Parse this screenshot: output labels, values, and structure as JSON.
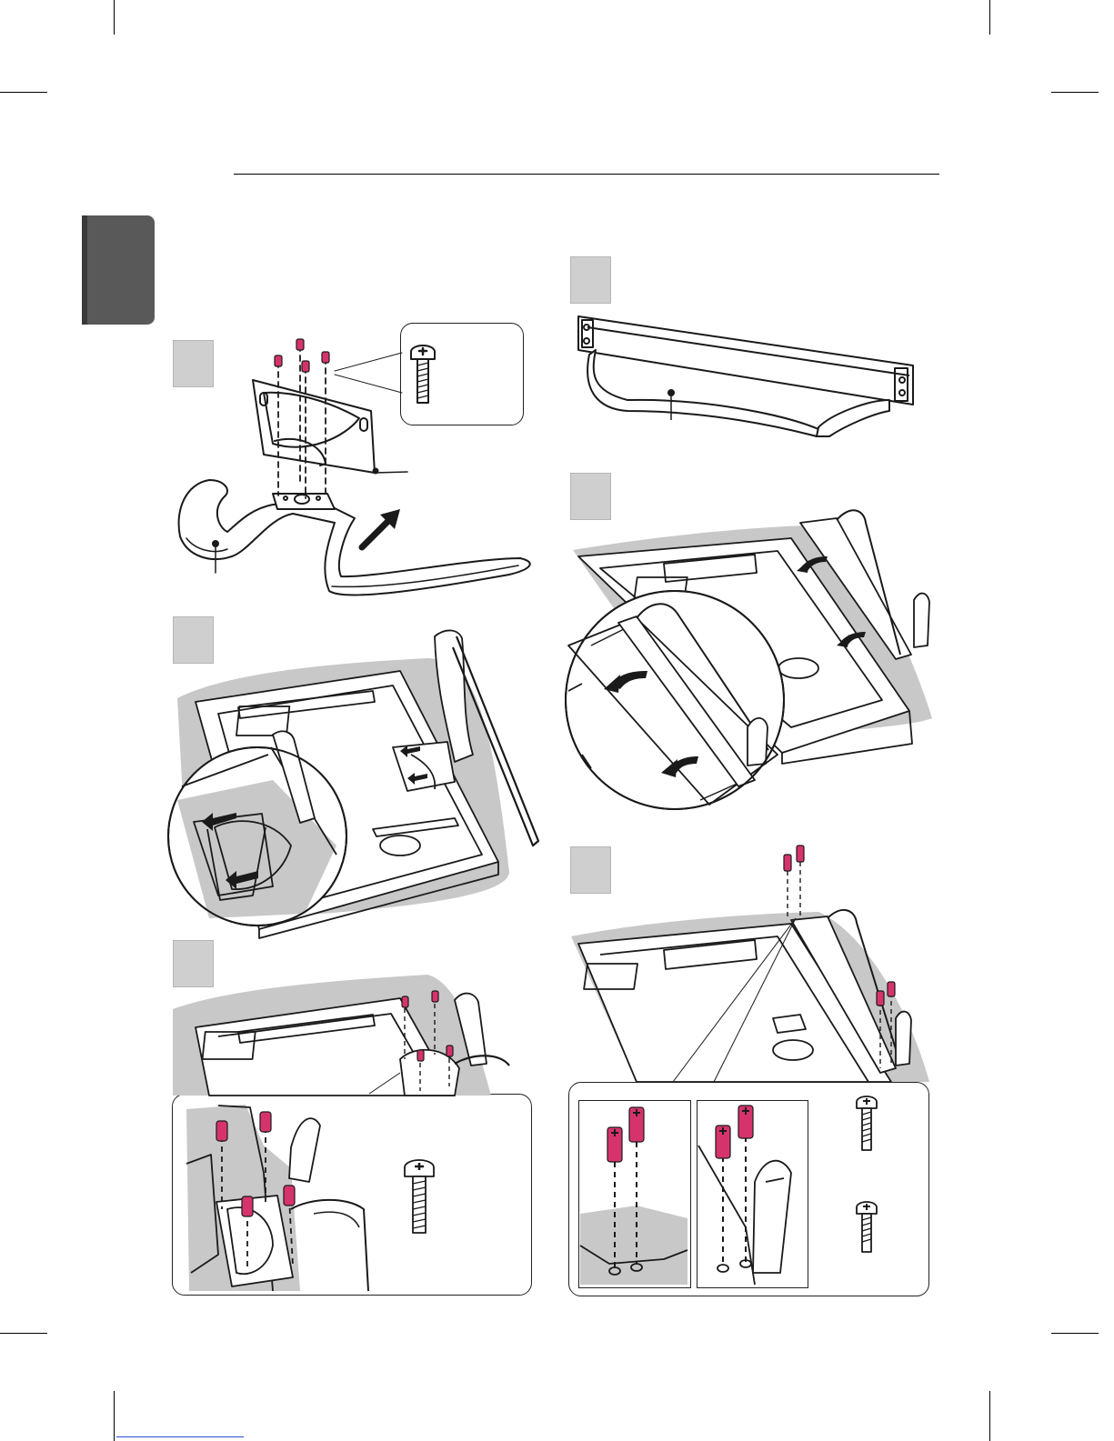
{
  "page": {
    "section_tab_label": "",
    "header_title": "",
    "steps": [
      {
        "id": "step-1",
        "number": ""
      },
      {
        "id": "step-2",
        "number": ""
      },
      {
        "id": "step-3",
        "number": ""
      },
      {
        "id": "step-4",
        "number": ""
      },
      {
        "id": "step-5",
        "number": ""
      },
      {
        "id": "step-6",
        "number": ""
      }
    ]
  },
  "colors": {
    "screw_accent": "#d6336c",
    "step_box": "#cfcfcf",
    "tab": "#595959",
    "shadow": "#c8c8c8",
    "line": "#1a1a1a"
  },
  "icons": [
    "screw-icon",
    "arrow-icon",
    "tv-panel-illustration",
    "stand-illustration"
  ]
}
